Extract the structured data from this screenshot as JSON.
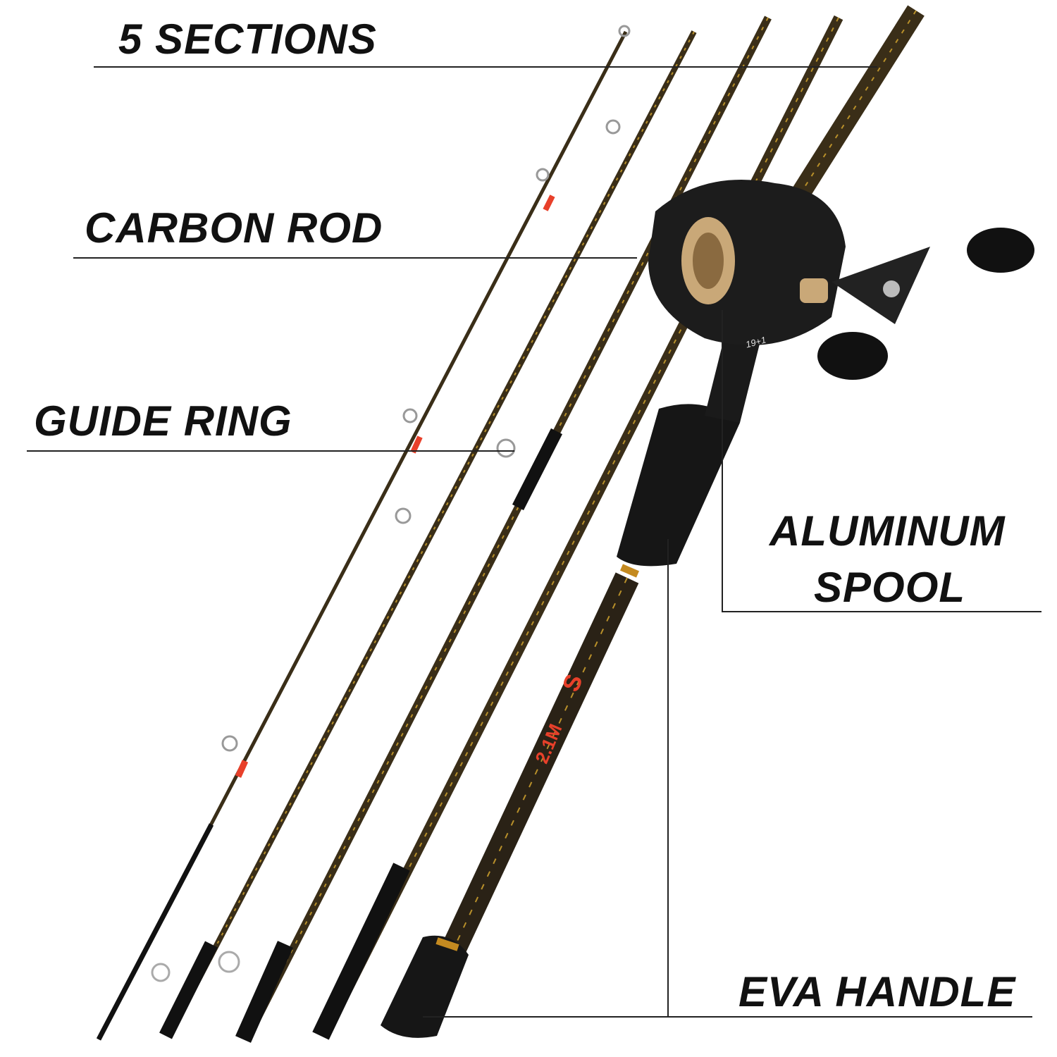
{
  "labels": {
    "sections": "5 SECTIONS",
    "carbon_rod": "CARBON ROD",
    "guide_ring": "GUIDE RING",
    "aluminum": "ALUMINUM",
    "spool": "SPOOL",
    "eva_handle": "EVA HANDLE"
  },
  "rod_markings": {
    "logo": "S",
    "length": "2.1M"
  },
  "reel_badge": "19+1",
  "colors": {
    "blank": "#2a2216",
    "gold": "#b8902a",
    "accent": "#e8402a",
    "grip": "#111111",
    "spool": "#c9a878"
  }
}
